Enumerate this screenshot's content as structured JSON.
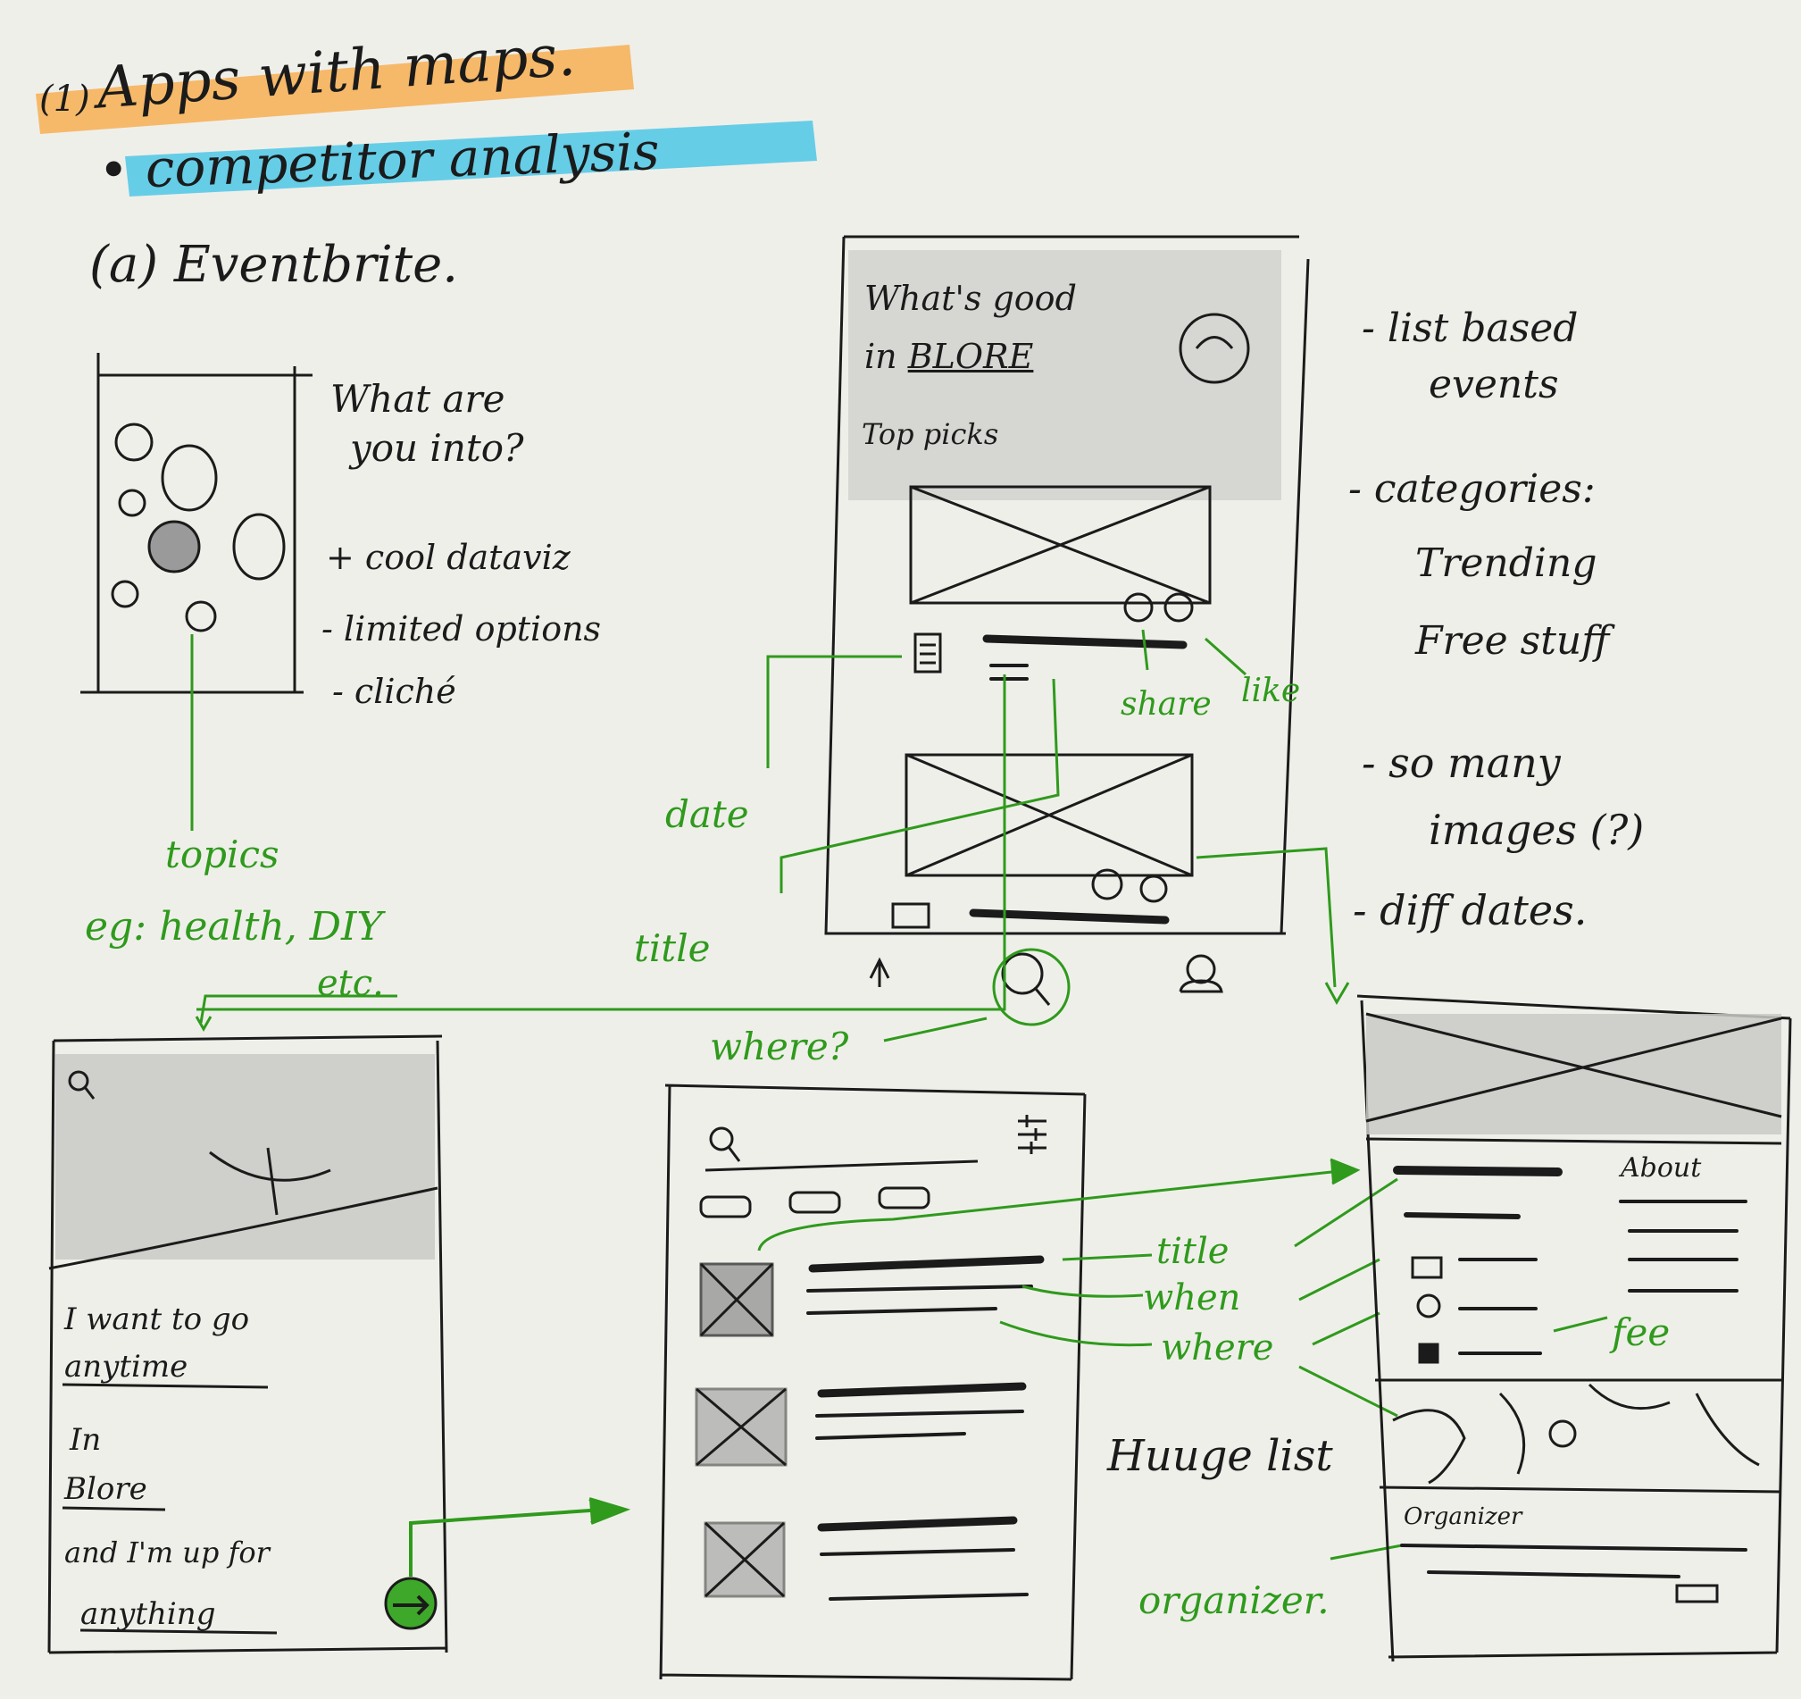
{
  "page": {
    "heading_number": "1",
    "heading": "Apps with maps.",
    "subheading": "competitor analysis",
    "app_letter": "a",
    "app_name": "Eventbrite."
  },
  "onboarding_screen": {
    "prompt_line1": "What are",
    "prompt_line2": "you into?",
    "notes": [
      "+ cool dataviz",
      "- limited options",
      "- cliché"
    ],
    "annotation_topics": "topics",
    "annotation_examples_line1": "eg: health, DIY",
    "annotation_examples_line2": "etc."
  },
  "home_screen": {
    "header_line1": "What's good",
    "header_line2_prefix": "in",
    "city": "BLORE",
    "top_picks": "Top picks",
    "annotations": {
      "date": "date",
      "title": "title",
      "share": "share",
      "like": "like",
      "where": "where?"
    }
  },
  "notes": [
    {
      "line1": "- list based",
      "line2": "events"
    },
    {
      "line1": "- categories:",
      "line2": "Trending",
      "line3": "Free stuff"
    },
    {
      "line1": "- so many",
      "line2": "images (?)"
    },
    {
      "line1": "- diff dates."
    }
  ],
  "filter_screen": {
    "line1": "I want to go",
    "time": "anytime",
    "line3": "In",
    "city": "Blore",
    "line5": "and I'm up for",
    "mood": "anything"
  },
  "list_screen": {
    "annotation_title": "title",
    "annotation_when": "when",
    "annotation_where": "where",
    "annotation_huge_list": "Huuge list"
  },
  "detail_screen": {
    "about": "About",
    "organizer": "Organizer",
    "annotation_fee": "fee",
    "annotation_organizer": "organizer."
  },
  "colors": {
    "ink": "#1b1b1b",
    "annotation_green": "#2f9a1c",
    "highlight_orange": "#f6b35b",
    "highlight_blue": "#4dc7e6",
    "paper": "#efefea"
  }
}
